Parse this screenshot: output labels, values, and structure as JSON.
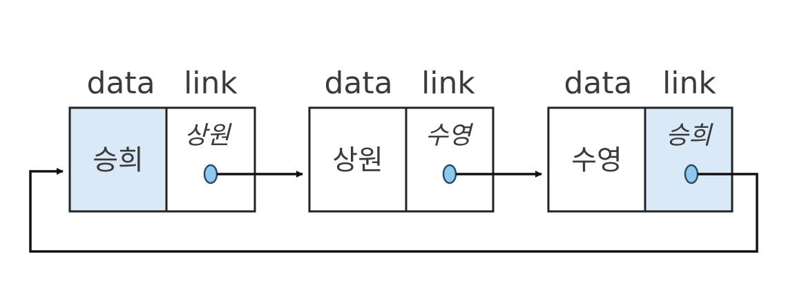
{
  "diagram": {
    "type": "circular-linked-list",
    "colors": {
      "highlight_fill": "#d9e9f7",
      "plain_fill": "#ffffff",
      "pointer_dot": "#8ec8ee",
      "line": "#111111",
      "text": "#3a3a3a"
    },
    "nodes": [
      {
        "data_header": "data",
        "link_header": "link",
        "data_value": "승희",
        "link_value": "상원",
        "data_highlight": true,
        "link_highlight": false
      },
      {
        "data_header": "data",
        "link_header": "link",
        "data_value": "상원",
        "link_value": "수영",
        "data_highlight": false,
        "link_highlight": false
      },
      {
        "data_header": "data",
        "link_header": "link",
        "data_value": "수영",
        "link_value": "승희",
        "data_highlight": false,
        "link_highlight": true
      }
    ]
  }
}
